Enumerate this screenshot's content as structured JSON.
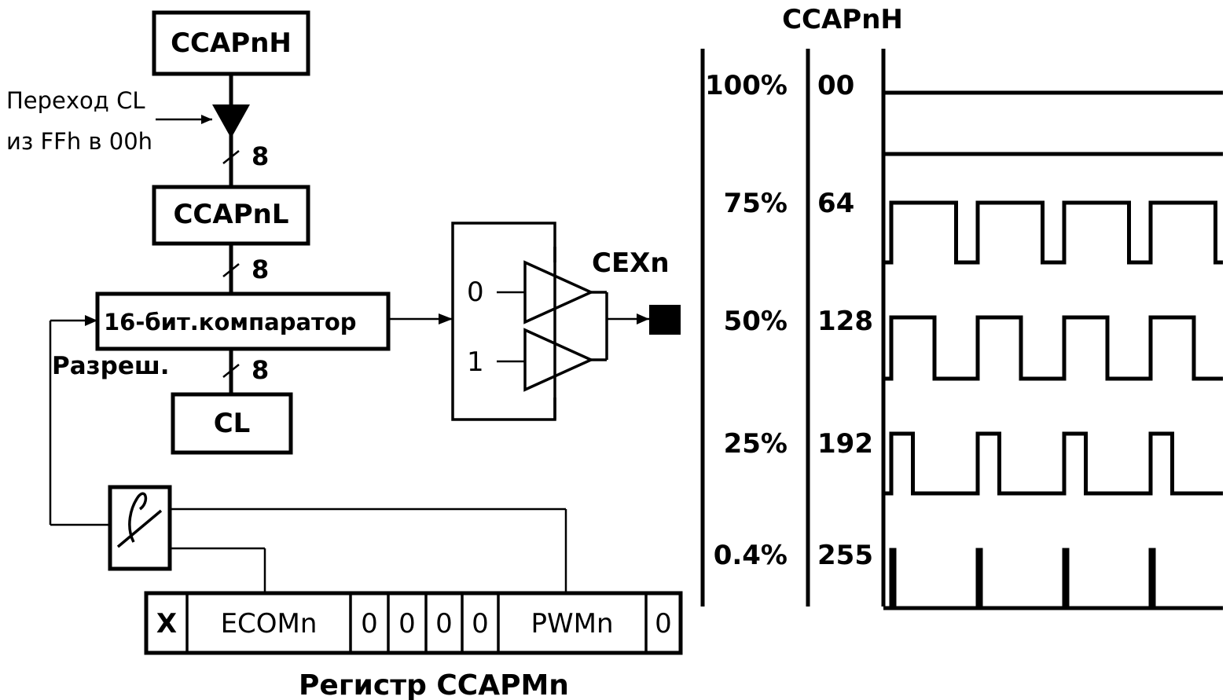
{
  "diagram": {
    "blocks": {
      "ccapnh": "CCAPnH",
      "ccapnl": "CCAPnL",
      "comparator": "16-бит.компаратор",
      "cl": "CL"
    },
    "transition_note": [
      "Переход CL",
      "из FFh в 00h"
    ],
    "bus_widths": [
      "8",
      "8",
      "8"
    ],
    "enable_label": "Разреш.",
    "mux_inputs": [
      "0",
      "1"
    ],
    "output_pin": "CEXn",
    "register": {
      "cells": [
        "X",
        "ECOMn",
        "0",
        "0",
        "0",
        "0",
        "PWMn",
        "0"
      ],
      "caption": "Регистр CCAPMn"
    }
  },
  "waveforms": {
    "column_header": "CCAPnH",
    "rows": [
      {
        "duty": "100%",
        "value": "00",
        "duty_fraction": 1.0
      },
      {
        "duty": "75%",
        "value": "64",
        "duty_fraction": 0.75
      },
      {
        "duty": "50%",
        "value": "128",
        "duty_fraction": 0.5
      },
      {
        "duty": "25%",
        "value": "192",
        "duty_fraction": 0.25
      },
      {
        "duty": "0.4%",
        "value": "255",
        "duty_fraction": 0.004
      }
    ]
  }
}
